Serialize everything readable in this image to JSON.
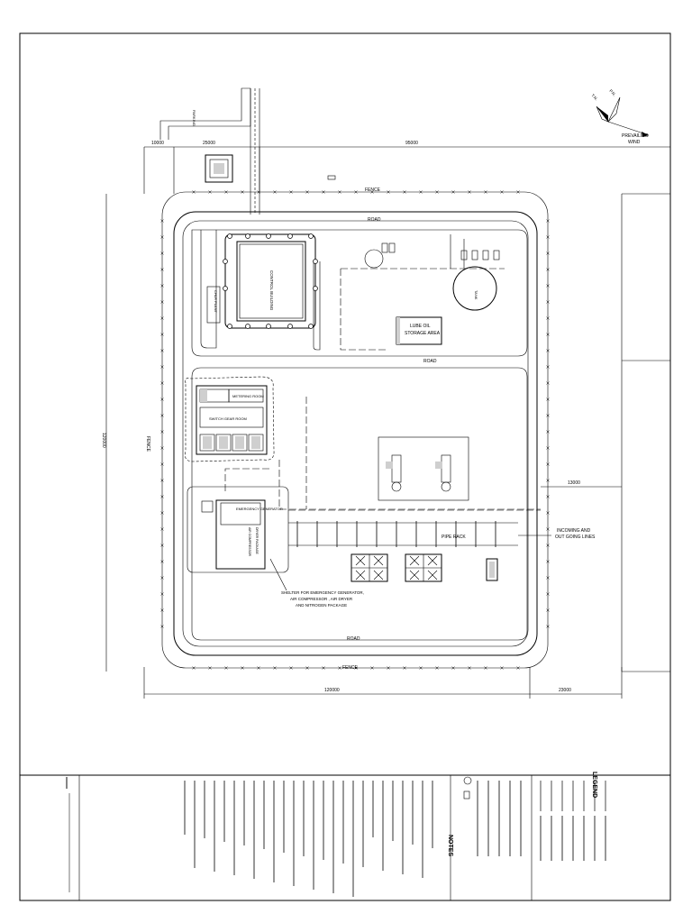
{
  "dimensions": {
    "top_left": "10000",
    "top_mid": "25000",
    "top_right": "95000",
    "bottom_left": "120000",
    "bottom_right": "23000",
    "right_inner": "13000",
    "left_side": "120000"
  },
  "plot": {
    "fence_top": "FENCE",
    "fence_bottom": "FENCE",
    "fence_left": "FENCE",
    "road_top": "ROAD",
    "road_mid": "ROAD",
    "road_bottom": "ROAD",
    "lube_oil_line1": "LUBE OIL",
    "lube_oil_line2": "STORAGE AREA",
    "shelter_line1": "SHELTER FOR EMERGENCY GENERATOR,",
    "shelter_line2": "AIR COMPRESSOR , AIR DRYER",
    "shelter_line3": "AND NITROGEN PACKAGE",
    "incoming_line1": "INCOMING AND",
    "incoming_line2": "OUT GOING LINES",
    "pipe_rack": "PIPE RACK",
    "prevailing_wind": "PREVAILING",
    "wind": "WIND",
    "tn": "T.N.",
    "pn": "P.N.",
    "emergency_gen": "EMERGENCY GENERATOR",
    "control_building": "CONTROL BUILDING",
    "metering_room": "METERING ROOM",
    "switch_gear_room": "SWITCH GEAR ROOM",
    "drain_tank": "TANK"
  },
  "title_block": {
    "legend": "LEGEND",
    "notes": "NOTES"
  }
}
